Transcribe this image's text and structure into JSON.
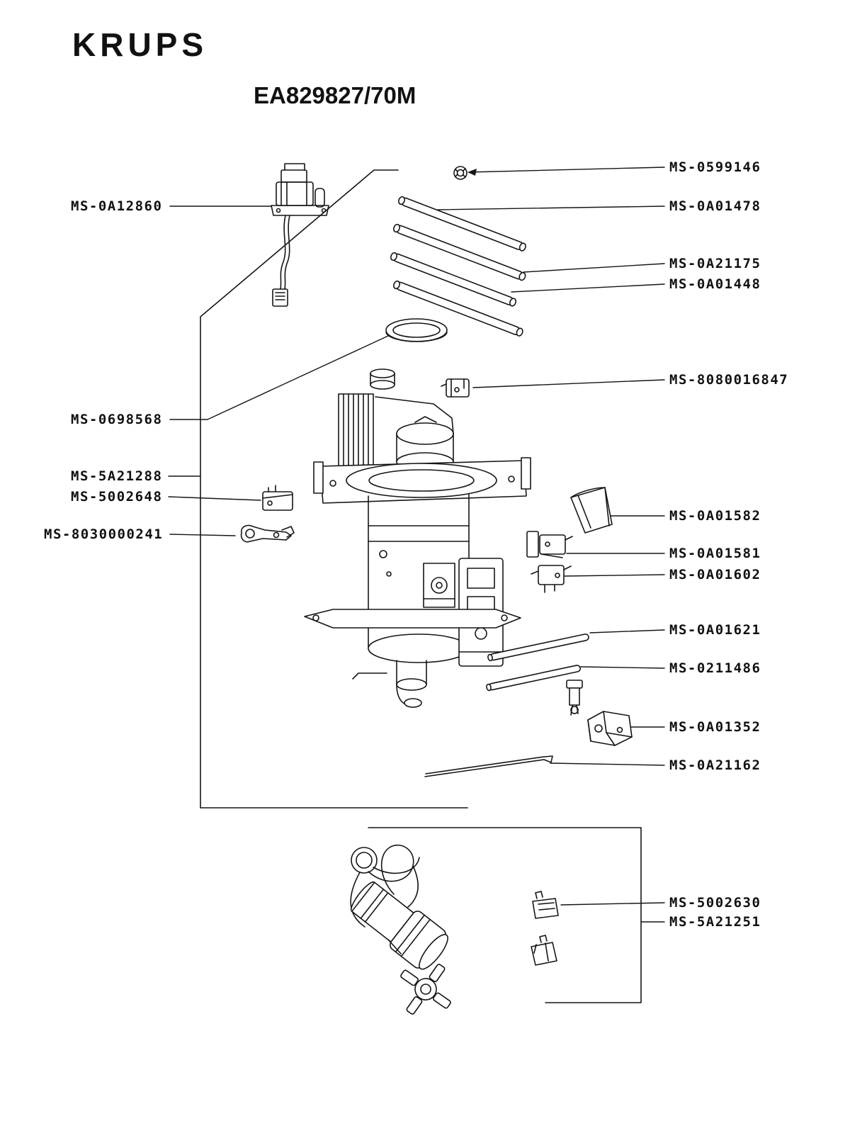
{
  "page": {
    "brand": "KRUPS",
    "model": "EA829827/70M"
  },
  "parts": [
    {
      "id": "MS-0A12860"
    },
    {
      "id": "MS-0698568"
    },
    {
      "id": "MS-5A21288"
    },
    {
      "id": "MS-5002648"
    },
    {
      "id": "MS-8030000241"
    },
    {
      "id": "MS-0599146"
    },
    {
      "id": "MS-0A01478"
    },
    {
      "id": "MS-0A21175"
    },
    {
      "id": "MS-0A01448"
    },
    {
      "id": "MS-8080016847"
    },
    {
      "id": "MS-0A01582"
    },
    {
      "id": "MS-0A01581"
    },
    {
      "id": "MS-0A01602"
    },
    {
      "id": "MS-0A01621"
    },
    {
      "id": "MS-0211486"
    },
    {
      "id": "MS-0A01352"
    },
    {
      "id": "MS-0A21162"
    },
    {
      "id": "MS-5002630"
    },
    {
      "id": "MS-5A21251"
    }
  ],
  "colors": {
    "ink": "#151515",
    "background": "#ffffff"
  }
}
